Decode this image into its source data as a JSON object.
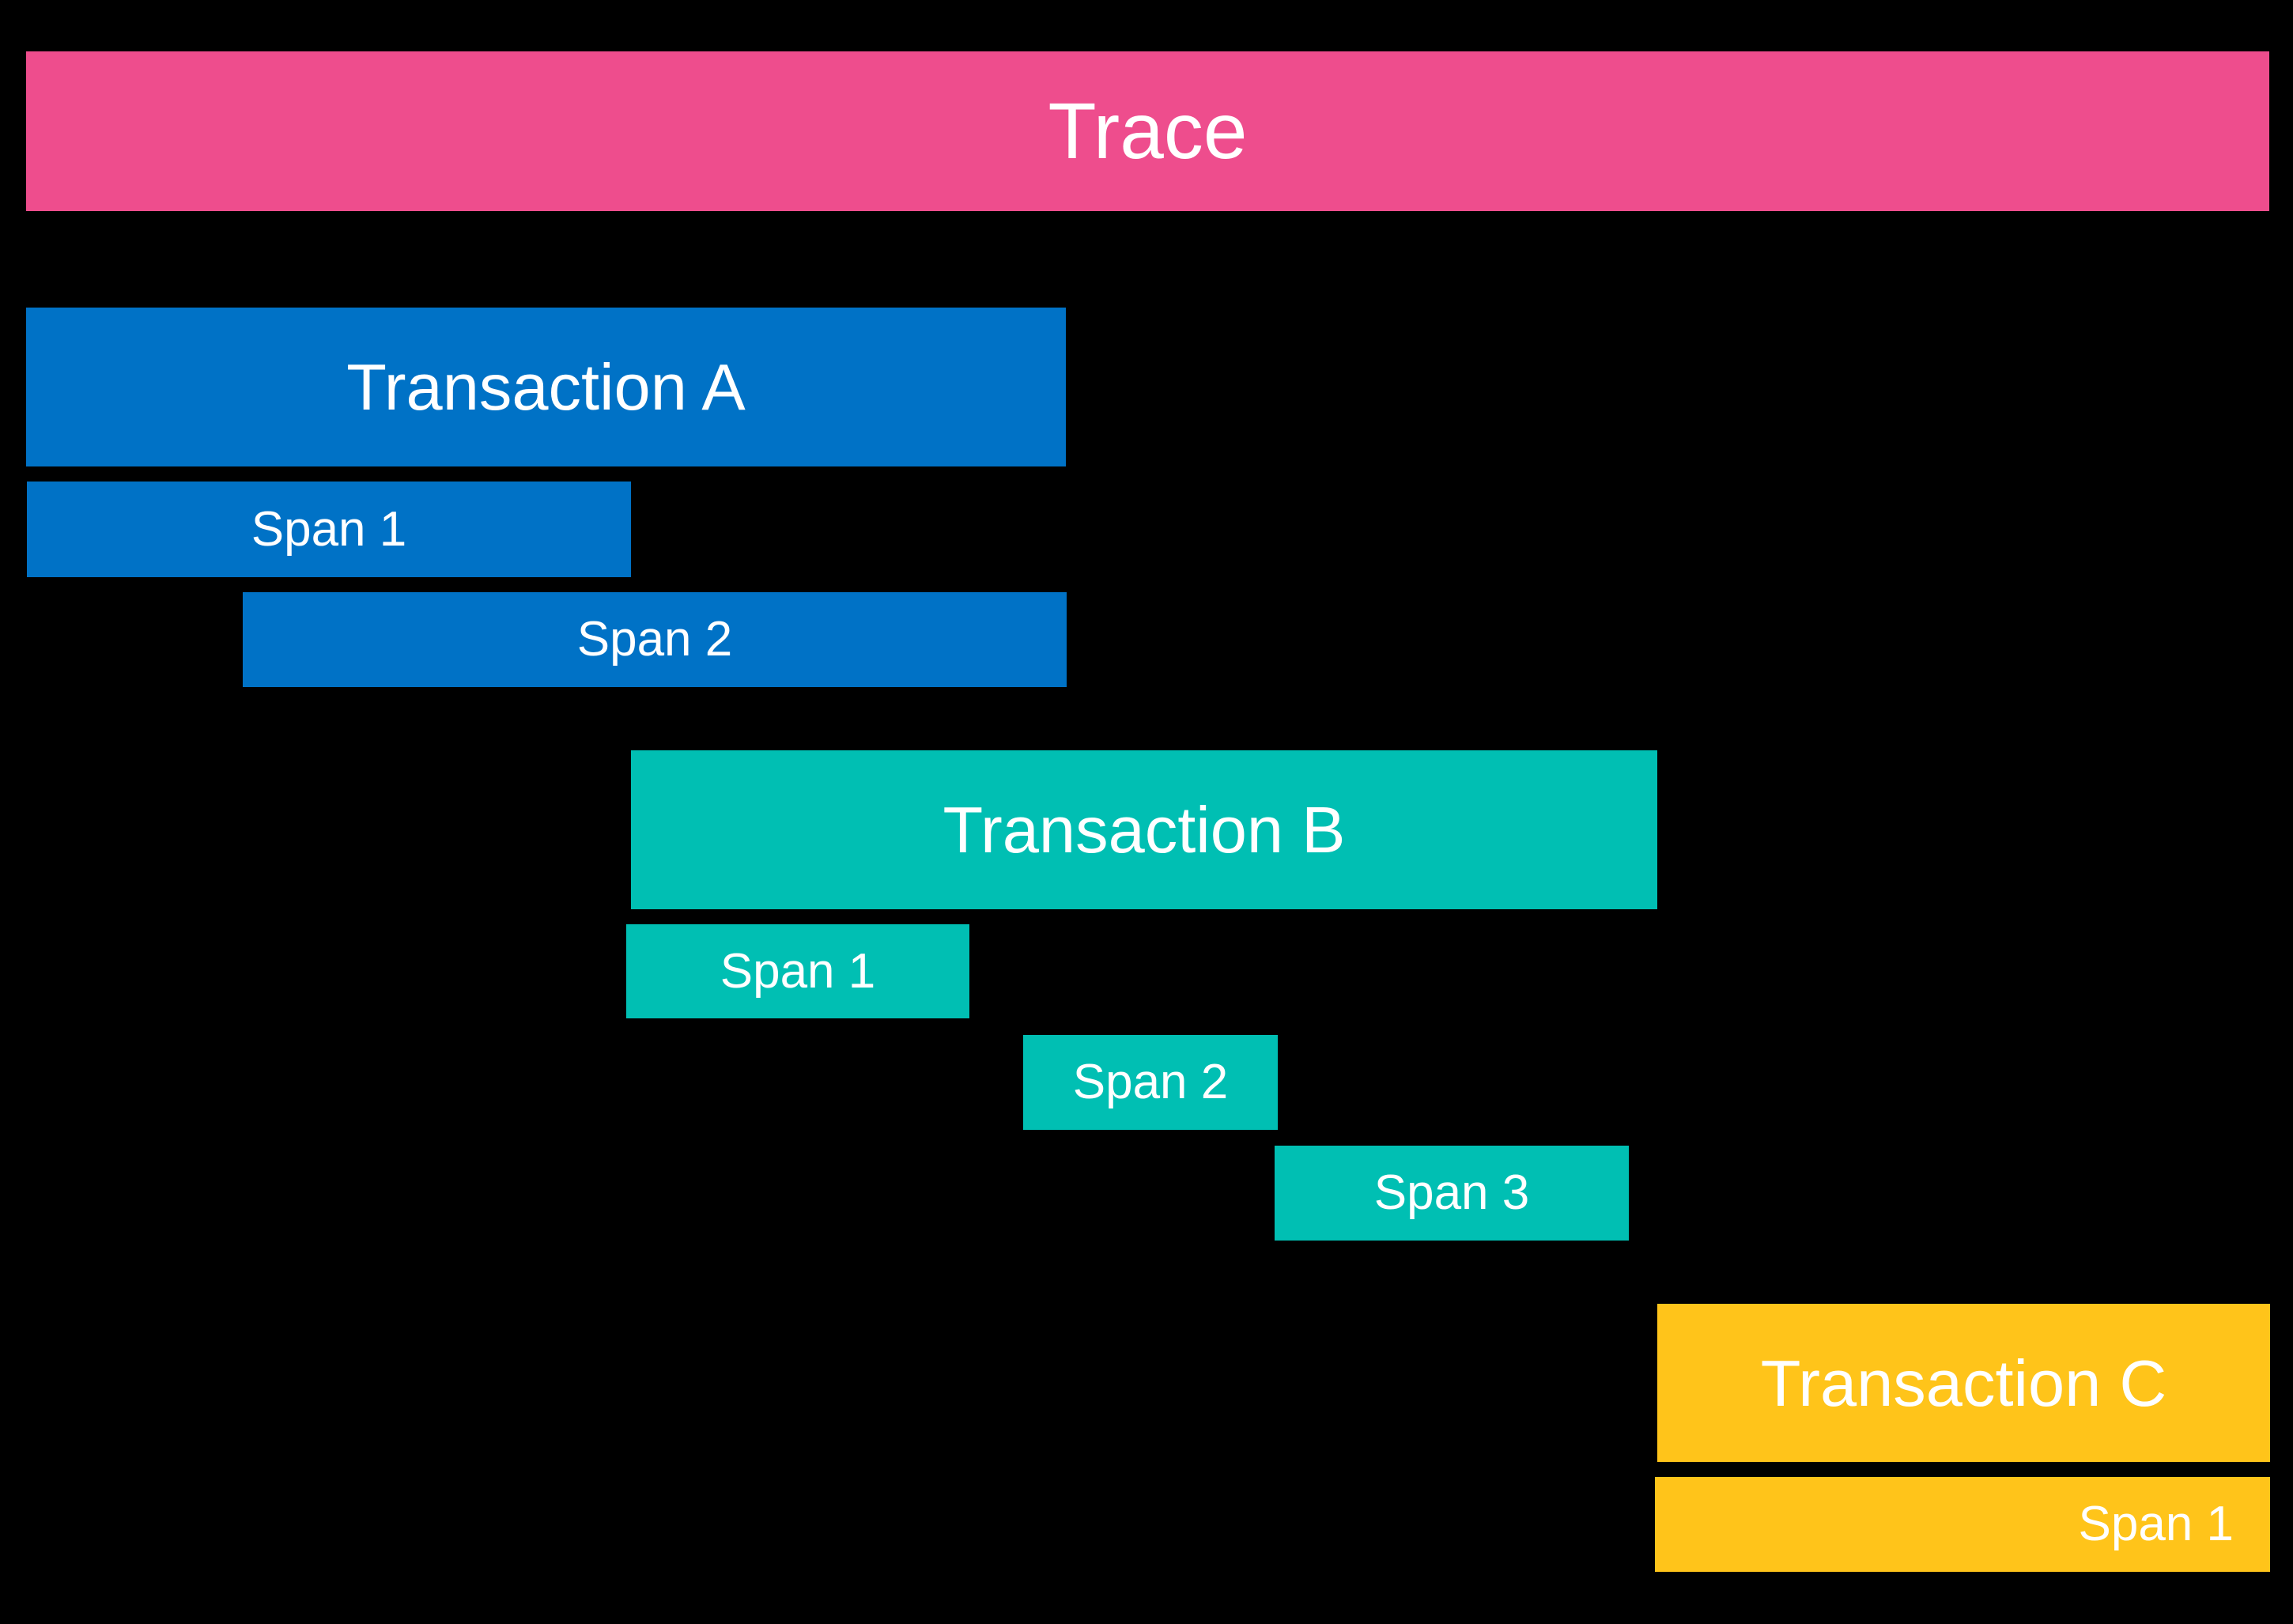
{
  "diagram": {
    "type": "distributed-trace-waterfall",
    "background_color": "#000000",
    "text_color": "#ffffff",
    "colors": {
      "trace": "#ee4d8d",
      "transaction_a": "#0072c6",
      "transaction_b": "#00bfb3",
      "transaction_c": "#ffc41a"
    },
    "bars": [
      {
        "id": "trace",
        "label": "Trace",
        "group": "trace",
        "level": "trace",
        "color": "#ee4d8d",
        "align": "center"
      },
      {
        "id": "transaction-a",
        "label": "Transaction A",
        "group": "a",
        "level": "transaction",
        "color": "#0072c6",
        "align": "center"
      },
      {
        "id": "transaction-a-span-1",
        "label": "Span 1",
        "group": "a",
        "level": "span",
        "color": "#0072c6",
        "align": "center"
      },
      {
        "id": "transaction-a-span-2",
        "label": "Span 2",
        "group": "a",
        "level": "span",
        "color": "#0072c6",
        "align": "center"
      },
      {
        "id": "transaction-b",
        "label": "Transaction B",
        "group": "b",
        "level": "transaction",
        "color": "#00bfb3",
        "align": "center"
      },
      {
        "id": "transaction-b-span-1",
        "label": "Span 1",
        "group": "b",
        "level": "span",
        "color": "#00bfb3",
        "align": "center"
      },
      {
        "id": "transaction-b-span-2",
        "label": "Span 2",
        "group": "b",
        "level": "span",
        "color": "#00bfb3",
        "align": "center"
      },
      {
        "id": "transaction-b-span-3",
        "label": "Span 3",
        "group": "b",
        "level": "span",
        "color": "#00bfb3",
        "align": "center"
      },
      {
        "id": "transaction-c",
        "label": "Transaction C",
        "group": "c",
        "level": "transaction",
        "color": "#ffc41a",
        "align": "center"
      },
      {
        "id": "transaction-c-span-1",
        "label": "Span 1",
        "group": "c",
        "level": "span",
        "color": "#ffc41a",
        "align": "right"
      }
    ]
  }
}
